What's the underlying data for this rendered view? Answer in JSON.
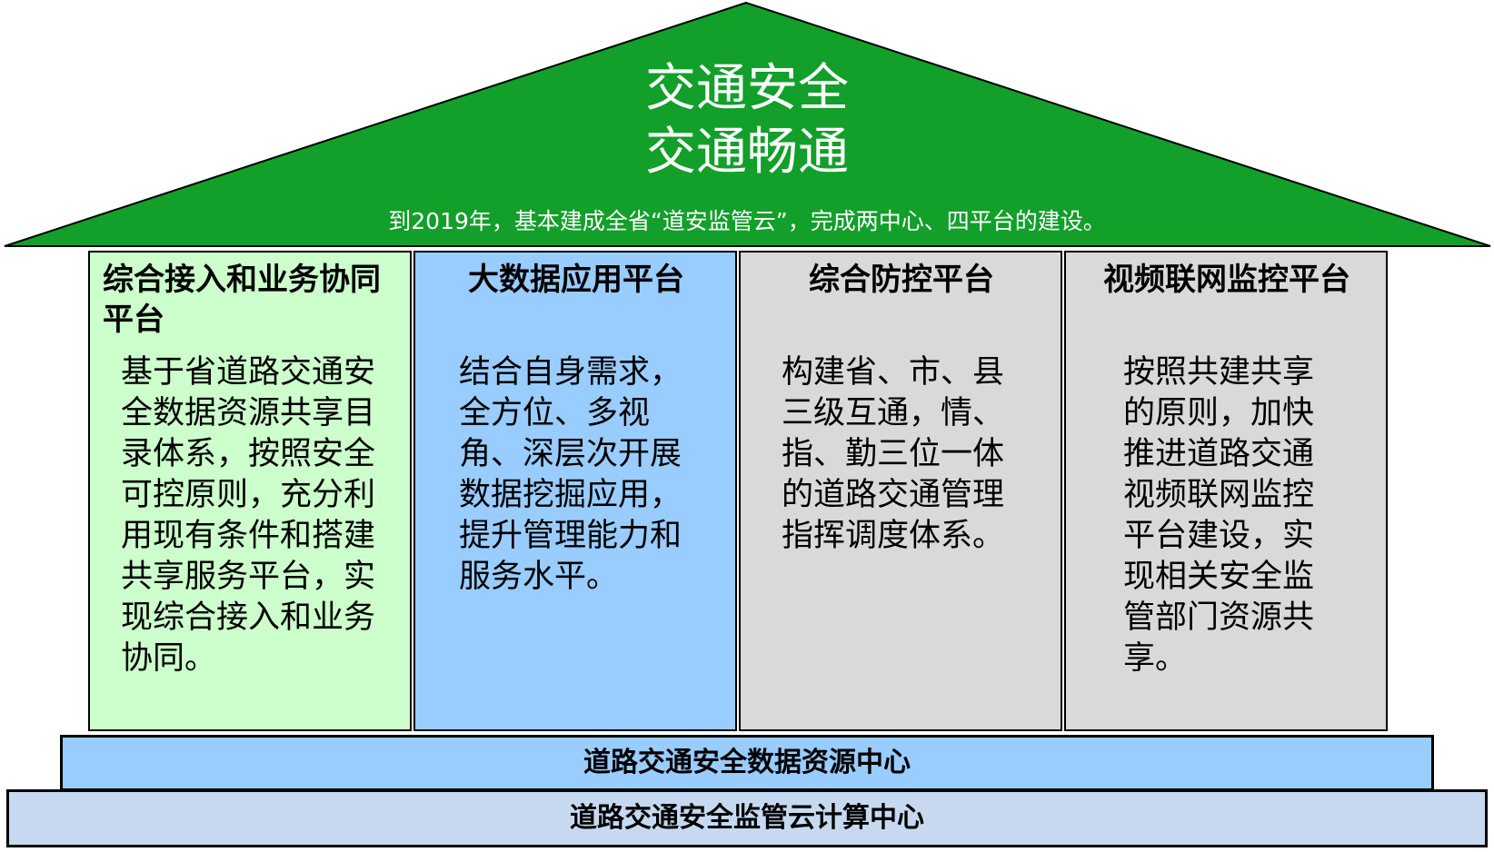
{
  "roof": {
    "title_line1": "交通安全",
    "title_line2": "交通畅通",
    "subtitle": "到2019年，基本建成全省“道安监管云”，完成两中心、四平台的建设。",
    "color": "#129f2a"
  },
  "pillars": [
    {
      "title": "综合接入和业务协同平台",
      "body": "基于省道路交通安全数据资源共享目录体系，按照安全可控原则，充分利用现有条件和搭建共享服务平台，实现综合接入和业务协同。",
      "color": "#ccffcc"
    },
    {
      "title": "大数据应用平台",
      "body": "结合自身需求，全方位、多视角、深层次开展数据挖掘应用，提升管理能力和服务水平。",
      "color": "#99ccff"
    },
    {
      "title": "综合防控平台",
      "body": "构建省、市、县三级互通，情、指、勤三位一体的道路交通管理指挥调度体系。",
      "color": "#d9d9d9"
    },
    {
      "title": "视频联网监控平台",
      "body": "按照共建共享的原则，加快推进道路交通视频联网监控平台建设，实现相关安全监管部门资源共享。",
      "color": "#d9d9d9"
    }
  ],
  "foundation": {
    "data_center": "道路交通安全数据资源中心",
    "cloud_center": "道路交通安全监管云计算中心"
  }
}
